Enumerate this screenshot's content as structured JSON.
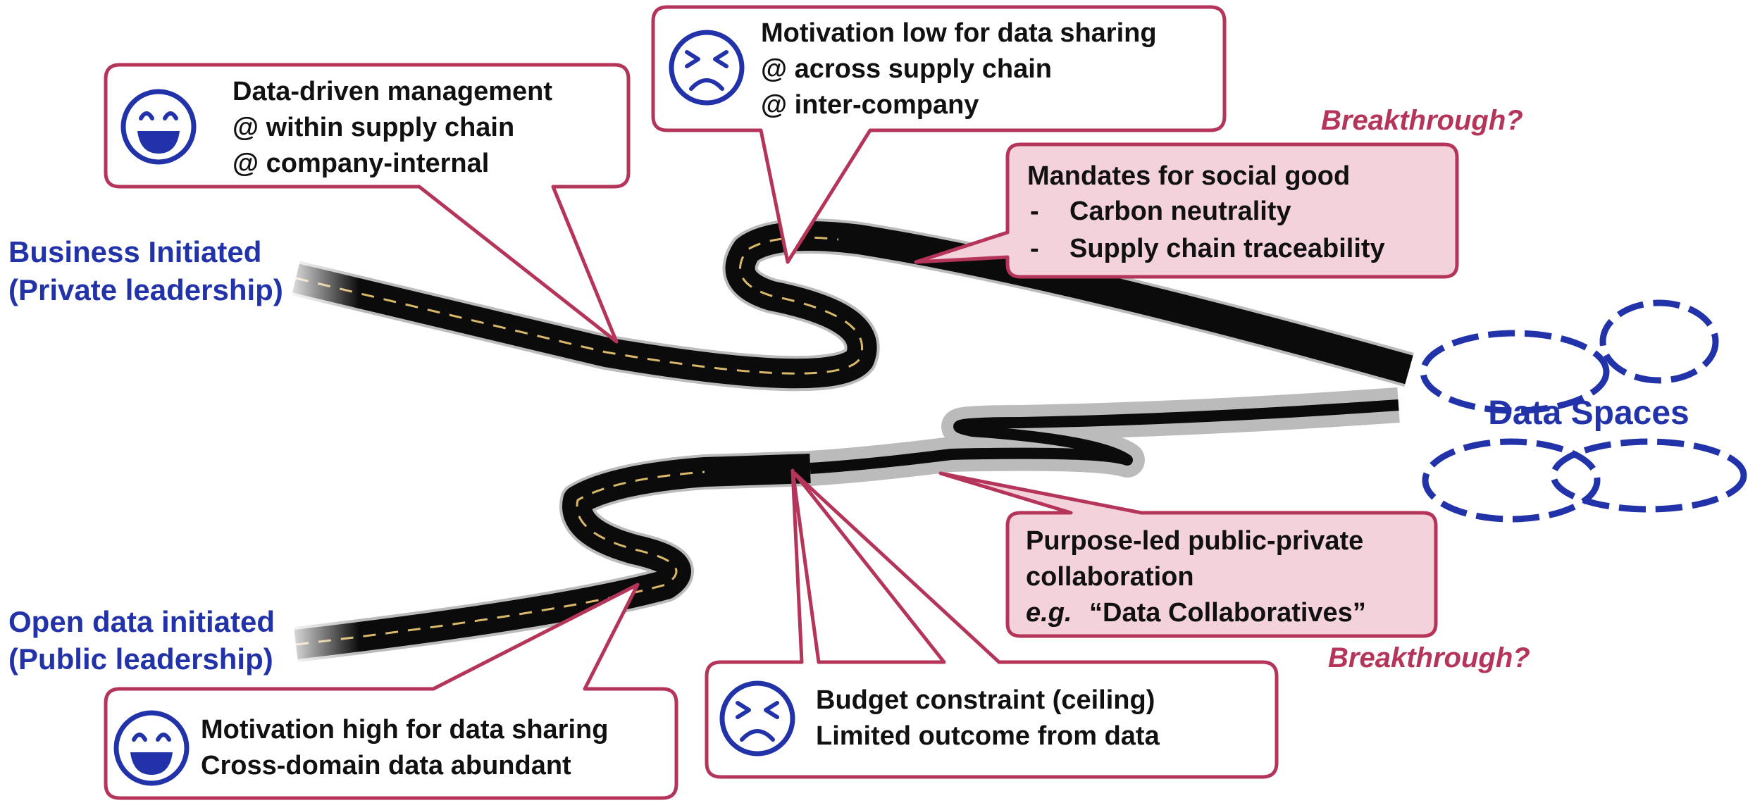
{
  "colors": {
    "navy": "#2233aa",
    "crimson": "#b5345a",
    "pink_fill": "#f4d2db",
    "road": "#0b0b0b",
    "lane": "#d9b86a",
    "ink": "#111111"
  },
  "paths": {
    "business": {
      "line1": "Business Initiated",
      "line2": "(Private leadership)"
    },
    "open_data": {
      "line1": "Open data initiated",
      "line2": "(Public leadership)"
    }
  },
  "destination": {
    "label": "Data Spaces"
  },
  "breakthrough": {
    "top": "Breakthrough?",
    "bottom": "Breakthrough?"
  },
  "callouts": {
    "data_driven": {
      "icon": "happy-face-icon",
      "lines": [
        "Data-driven management",
        "@ within supply chain",
        "@ company-internal"
      ]
    },
    "motivation_low": {
      "icon": "frustrated-face-icon",
      "lines": [
        "Motivation low for data sharing",
        "@ across supply chain",
        "@ inter-company"
      ]
    },
    "mandates": {
      "title": "Mandates for social good",
      "bullet": "-",
      "items": [
        "Carbon neutrality",
        "Supply chain traceability"
      ]
    },
    "purpose_led": {
      "line1": "Purpose-led public-private",
      "line2": "collaboration",
      "eg": "e.g.",
      "example": "“Data Collaboratives”"
    },
    "budget": {
      "icon": "frustrated-face-icon",
      "lines": [
        "Budget constraint (ceiling)",
        "Limited outcome from data"
      ]
    },
    "motivation_high": {
      "icon": "happy-face-icon",
      "lines": [
        "Motivation high for data sharing",
        "Cross-domain data abundant"
      ]
    }
  }
}
